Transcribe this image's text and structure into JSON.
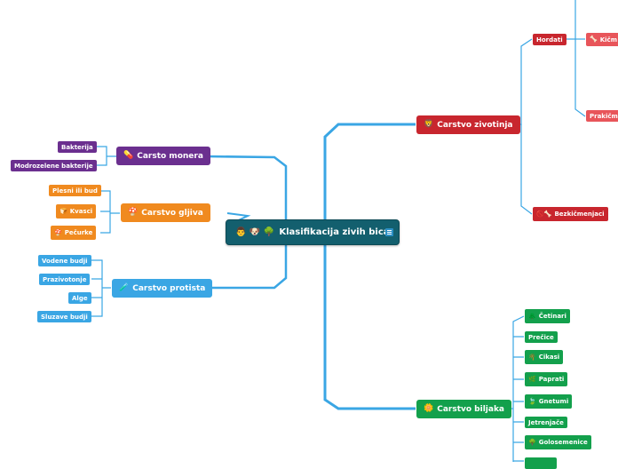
{
  "root": {
    "icons": "👨 🐶 🌳",
    "label": "Klasifikacija zivih bica"
  },
  "branches": {
    "zivotinja": {
      "label": "Carstvo zivotinja",
      "icon": "🦁",
      "color": "#c8262e",
      "children": [
        {
          "label": "Hordati",
          "children": [
            {
              "label": "Kičm",
              "icon": "🦴"
            },
            {
              "label": "Prakičm"
            }
          ]
        },
        {
          "label": "Bezkičmenjaci",
          "icon": "🚫🦴"
        }
      ]
    },
    "biljaka": {
      "label": "Carstvo biljaka",
      "icon": "🌼",
      "color": "#13a04c",
      "children": [
        {
          "label": "Četinari",
          "icon": "🌲"
        },
        {
          "label": "Prečice"
        },
        {
          "label": "Cikasi",
          "icon": "🌴"
        },
        {
          "label": "Paprati",
          "icon": "🌿"
        },
        {
          "label": "Gnetumi",
          "icon": "🍃"
        },
        {
          "label": "Jetrenjače"
        },
        {
          "label": "Golosemenice",
          "icon": "🌳"
        }
      ]
    },
    "monera": {
      "label": "Carsto monera",
      "icon": "💊",
      "color": "#6b2f8f",
      "children": [
        {
          "label": "Bakterija"
        },
        {
          "label": "Modrozelene bakterije"
        }
      ]
    },
    "gljiva": {
      "label": "Carstvo gljiva",
      "icon": "🍄",
      "color": "#f08a1f",
      "children": [
        {
          "label": "Plesni ili bud"
        },
        {
          "label": "Kvasci",
          "icon": "🍞"
        },
        {
          "label": "Pečurke",
          "icon": "🍄"
        }
      ]
    },
    "protista": {
      "label": "Carstvo protista",
      "icon": "🧪",
      "color": "#3aa6e4",
      "children": [
        {
          "label": "Vodene budji"
        },
        {
          "label": "Prazivotonje"
        },
        {
          "label": "Alge"
        },
        {
          "label": "Sluzave budji"
        }
      ]
    }
  }
}
